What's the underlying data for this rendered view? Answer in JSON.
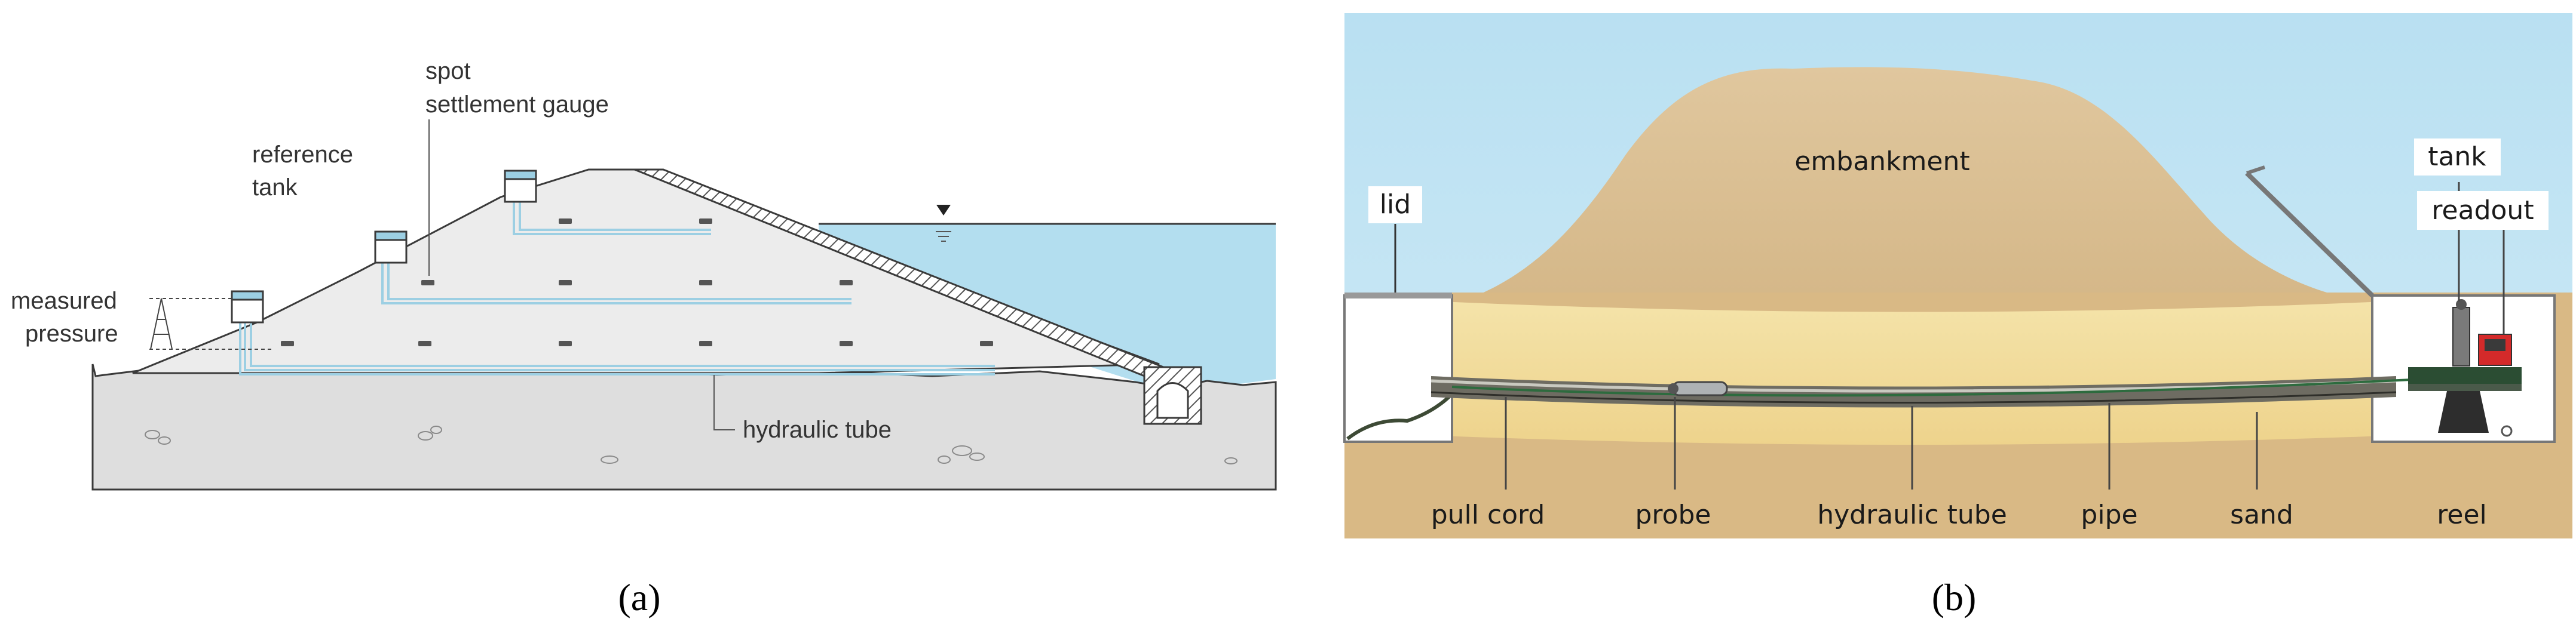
{
  "panel_a": {
    "caption": "(a)",
    "labels": {
      "spot_line1": "spot",
      "spot_line2": "settlement gauge",
      "reference_line1": "reference",
      "reference_line2": "tank",
      "measured_line1": "measured",
      "measured_line2": "pressure",
      "hydraulic_tube": "hydraulic tube"
    },
    "colors": {
      "ground": "#dedede",
      "embankment": "#ececec",
      "water": "#b3deef",
      "tube": "#9ccfe3",
      "line": "#3a3a3a"
    },
    "icons": [
      "water-level-icon",
      "drainage-culvert-icon",
      "reference-tank-icon",
      "settlement-gauge-icon"
    ]
  },
  "panel_b": {
    "caption": "(b)",
    "labels": {
      "embankment": "embankment",
      "lid": "lid",
      "tank": "tank",
      "readout": "readout",
      "pull_cord": "pull cord",
      "probe": "probe",
      "hydraulic_tube": "hydraulic tube",
      "pipe": "pipe",
      "sand": "sand",
      "reel": "reel"
    },
    "colors": {
      "sky": "#bfe3f2",
      "embankment": "#d6b98c",
      "sand": "#f1dc9a",
      "ground": "#d9b985",
      "pipe": "#5a5a55"
    },
    "icons": [
      "readout-unit-icon",
      "tank-icon",
      "reel-icon",
      "probe-icon"
    ]
  }
}
